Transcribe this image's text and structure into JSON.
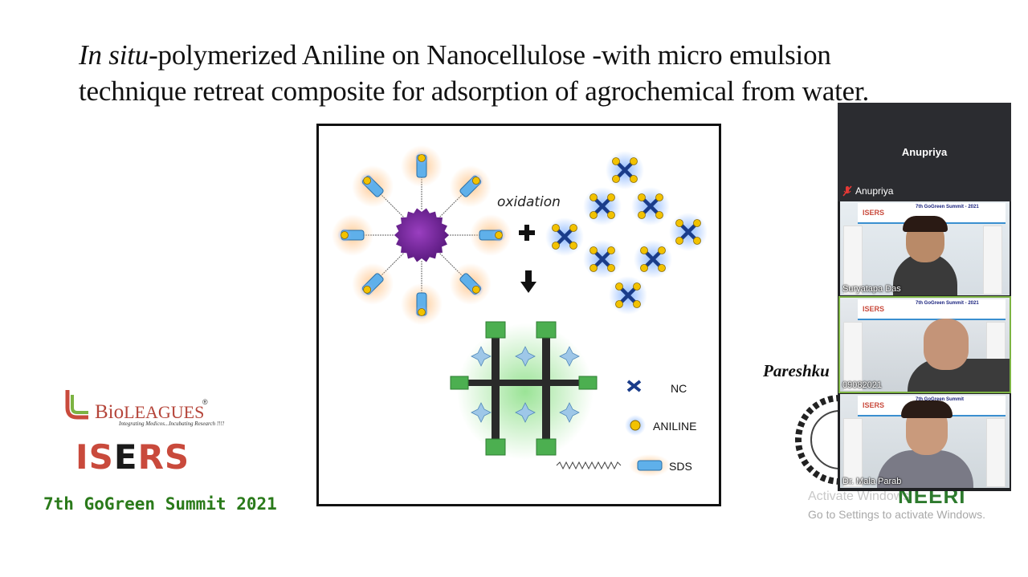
{
  "slide": {
    "title_italic": "In situ",
    "title_line1_rest": "-polymerized Aniline on Nanocellulose -with micro emulsion",
    "title_line2": "technique retreat composite for adsorption of agrochemical from water.",
    "diagram": {
      "oxidation_label": "oxidation",
      "legend": [
        {
          "label": "NC"
        },
        {
          "label": "ANILINE"
        },
        {
          "label": "SDS"
        }
      ]
    },
    "logos": {
      "bioleagues_prefix": "Bio",
      "bioleagues_suffix": "LEAGUES",
      "bioleagues_reg": "®",
      "bioleagues_tagline": "Integrating Medicos...Incubating Research !!!!",
      "iseres_red1": "IS",
      "iseres_dark": "E",
      "iseres_red2": "RS",
      "summit": "7th GoGreen Summit 2021"
    },
    "presenter_partial": "Pareshku",
    "neeri_partial": "NEERI"
  },
  "windows_watermark": {
    "line1": "Activate Windows",
    "line2": "Go to Settings to activate Windows."
  },
  "video_panel": {
    "top_tile_name": "Anupriya",
    "top_tile_label": "Anupriya",
    "muted_icon": "mic-muted-icon",
    "tiles": [
      {
        "label": "Suryatapa Das",
        "banner_title": "7th GoGreen Summit - 2021",
        "banner_logo": "ISERS"
      },
      {
        "label": "09082021",
        "banner_title": "7th GoGreen Summit - 2021",
        "banner_logo": "ISERS"
      },
      {
        "label": "Dr. Mala Parab",
        "banner_title": "7th GoGreen Summit",
        "banner_logo": "ISERS"
      }
    ]
  }
}
